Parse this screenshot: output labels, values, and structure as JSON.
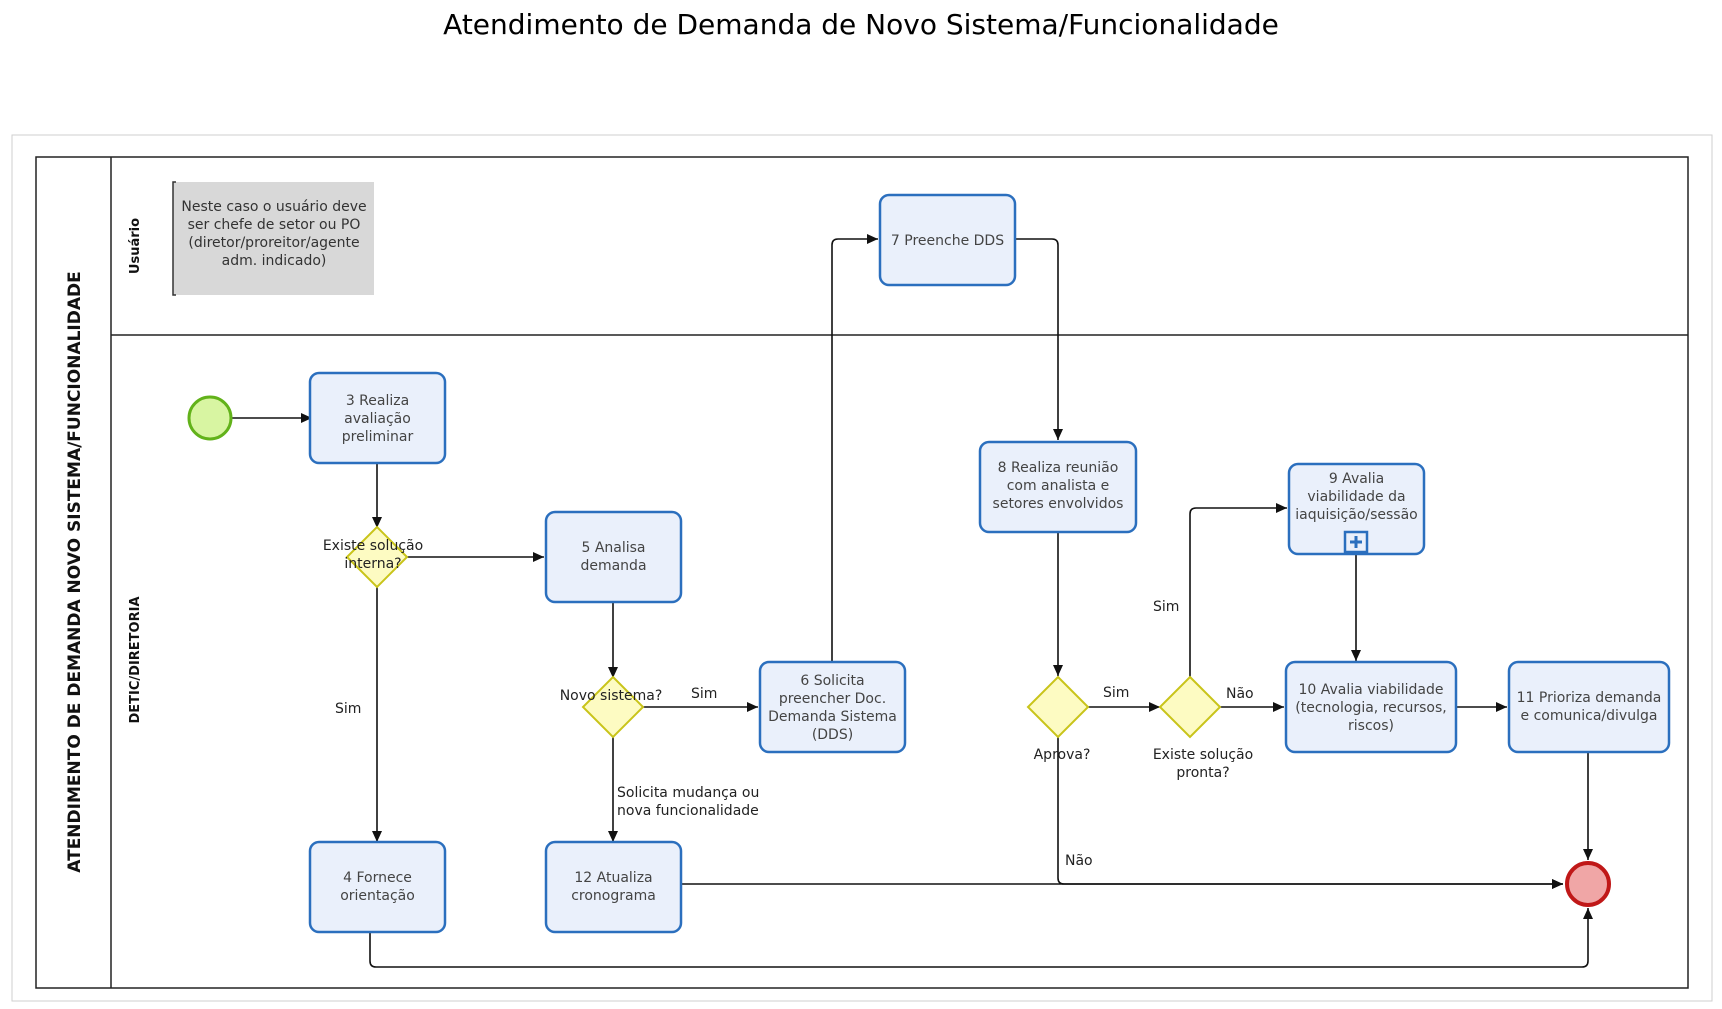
{
  "title": "Atendimento de Demanda de Novo Sistema/Funcionalidade",
  "pool": {
    "name": "ATENDIMENTO DE DEMANDA NOVO SISTEMA/FUNCIONALIDADE"
  },
  "lanes": [
    {
      "name": "Usuário"
    },
    {
      "name": "DETIC/DIRETORIA"
    }
  ],
  "note": {
    "lines": [
      "Neste caso o usuário deve",
      "ser chefe de setor ou PO",
      "(diretor/proreitor/agente",
      "adm. indicado)"
    ]
  },
  "tasks": [
    {
      "id": "t3",
      "lines": [
        "3 Realiza",
        "avaliação",
        "preliminar"
      ]
    },
    {
      "id": "t4",
      "lines": [
        "4 Fornece",
        "orientação"
      ]
    },
    {
      "id": "t5",
      "lines": [
        "5 Analisa",
        "demanda"
      ]
    },
    {
      "id": "t6",
      "lines": [
        "6 Solicita",
        "preencher Doc.",
        "Demanda Sistema",
        "(DDS)"
      ]
    },
    {
      "id": "t7",
      "lines": [
        "7 Preenche DDS"
      ]
    },
    {
      "id": "t8",
      "lines": [
        "8 Realiza reunião",
        "com analista e",
        "setores envolvidos"
      ]
    },
    {
      "id": "t9",
      "lines": [
        "9 Avalia",
        "viabilidade da",
        "iaquisição/sessão"
      ]
    },
    {
      "id": "t10",
      "lines": [
        "10 Avalia viabilidade",
        "(tecnologia, recursos,",
        "riscos)"
      ]
    },
    {
      "id": "t11",
      "lines": [
        "11 Prioriza demanda",
        "e comunica/divulga"
      ]
    },
    {
      "id": "t12",
      "lines": [
        "12 Atualiza",
        "cronograma"
      ]
    }
  ],
  "gateways": [
    {
      "id": "g1",
      "lines": [
        "Existe solução",
        "interna?"
      ]
    },
    {
      "id": "g2",
      "lines": [
        "Novo sistema?"
      ]
    },
    {
      "id": "g3",
      "lines": [
        "Aprova?"
      ]
    },
    {
      "id": "g4",
      "lines": [
        "Existe solução",
        "pronta?"
      ]
    }
  ],
  "flow_labels": [
    {
      "id": "f-sim-1",
      "lines": [
        "Sim"
      ]
    },
    {
      "id": "f-sim-2",
      "lines": [
        "Sim"
      ]
    },
    {
      "id": "f-solicita",
      "lines": [
        "Solicita mudança ou",
        "nova funcionalidade"
      ]
    },
    {
      "id": "f-sim-3",
      "lines": [
        "Sim"
      ]
    },
    {
      "id": "f-nao-1",
      "lines": [
        "Não"
      ]
    },
    {
      "id": "f-sim-4",
      "lines": [
        "Sim"
      ]
    },
    {
      "id": "f-nao-2",
      "lines": [
        "Não"
      ]
    }
  ],
  "colors": {
    "task_fill": "#eaf0fb",
    "task_stroke": "#2b6fbe",
    "gateway_fill": "#fdfbc2",
    "gateway_stroke": "#c9c41a",
    "start_fill": "#d8f5a2",
    "start_stroke": "#62b21a",
    "end_fill": "#f0a6a6",
    "end_stroke": "#c01818",
    "note_fill": "#d8d8d8"
  },
  "icons": [
    "subprocess-plus-icon",
    "start-event-icon",
    "end-event-icon"
  ]
}
